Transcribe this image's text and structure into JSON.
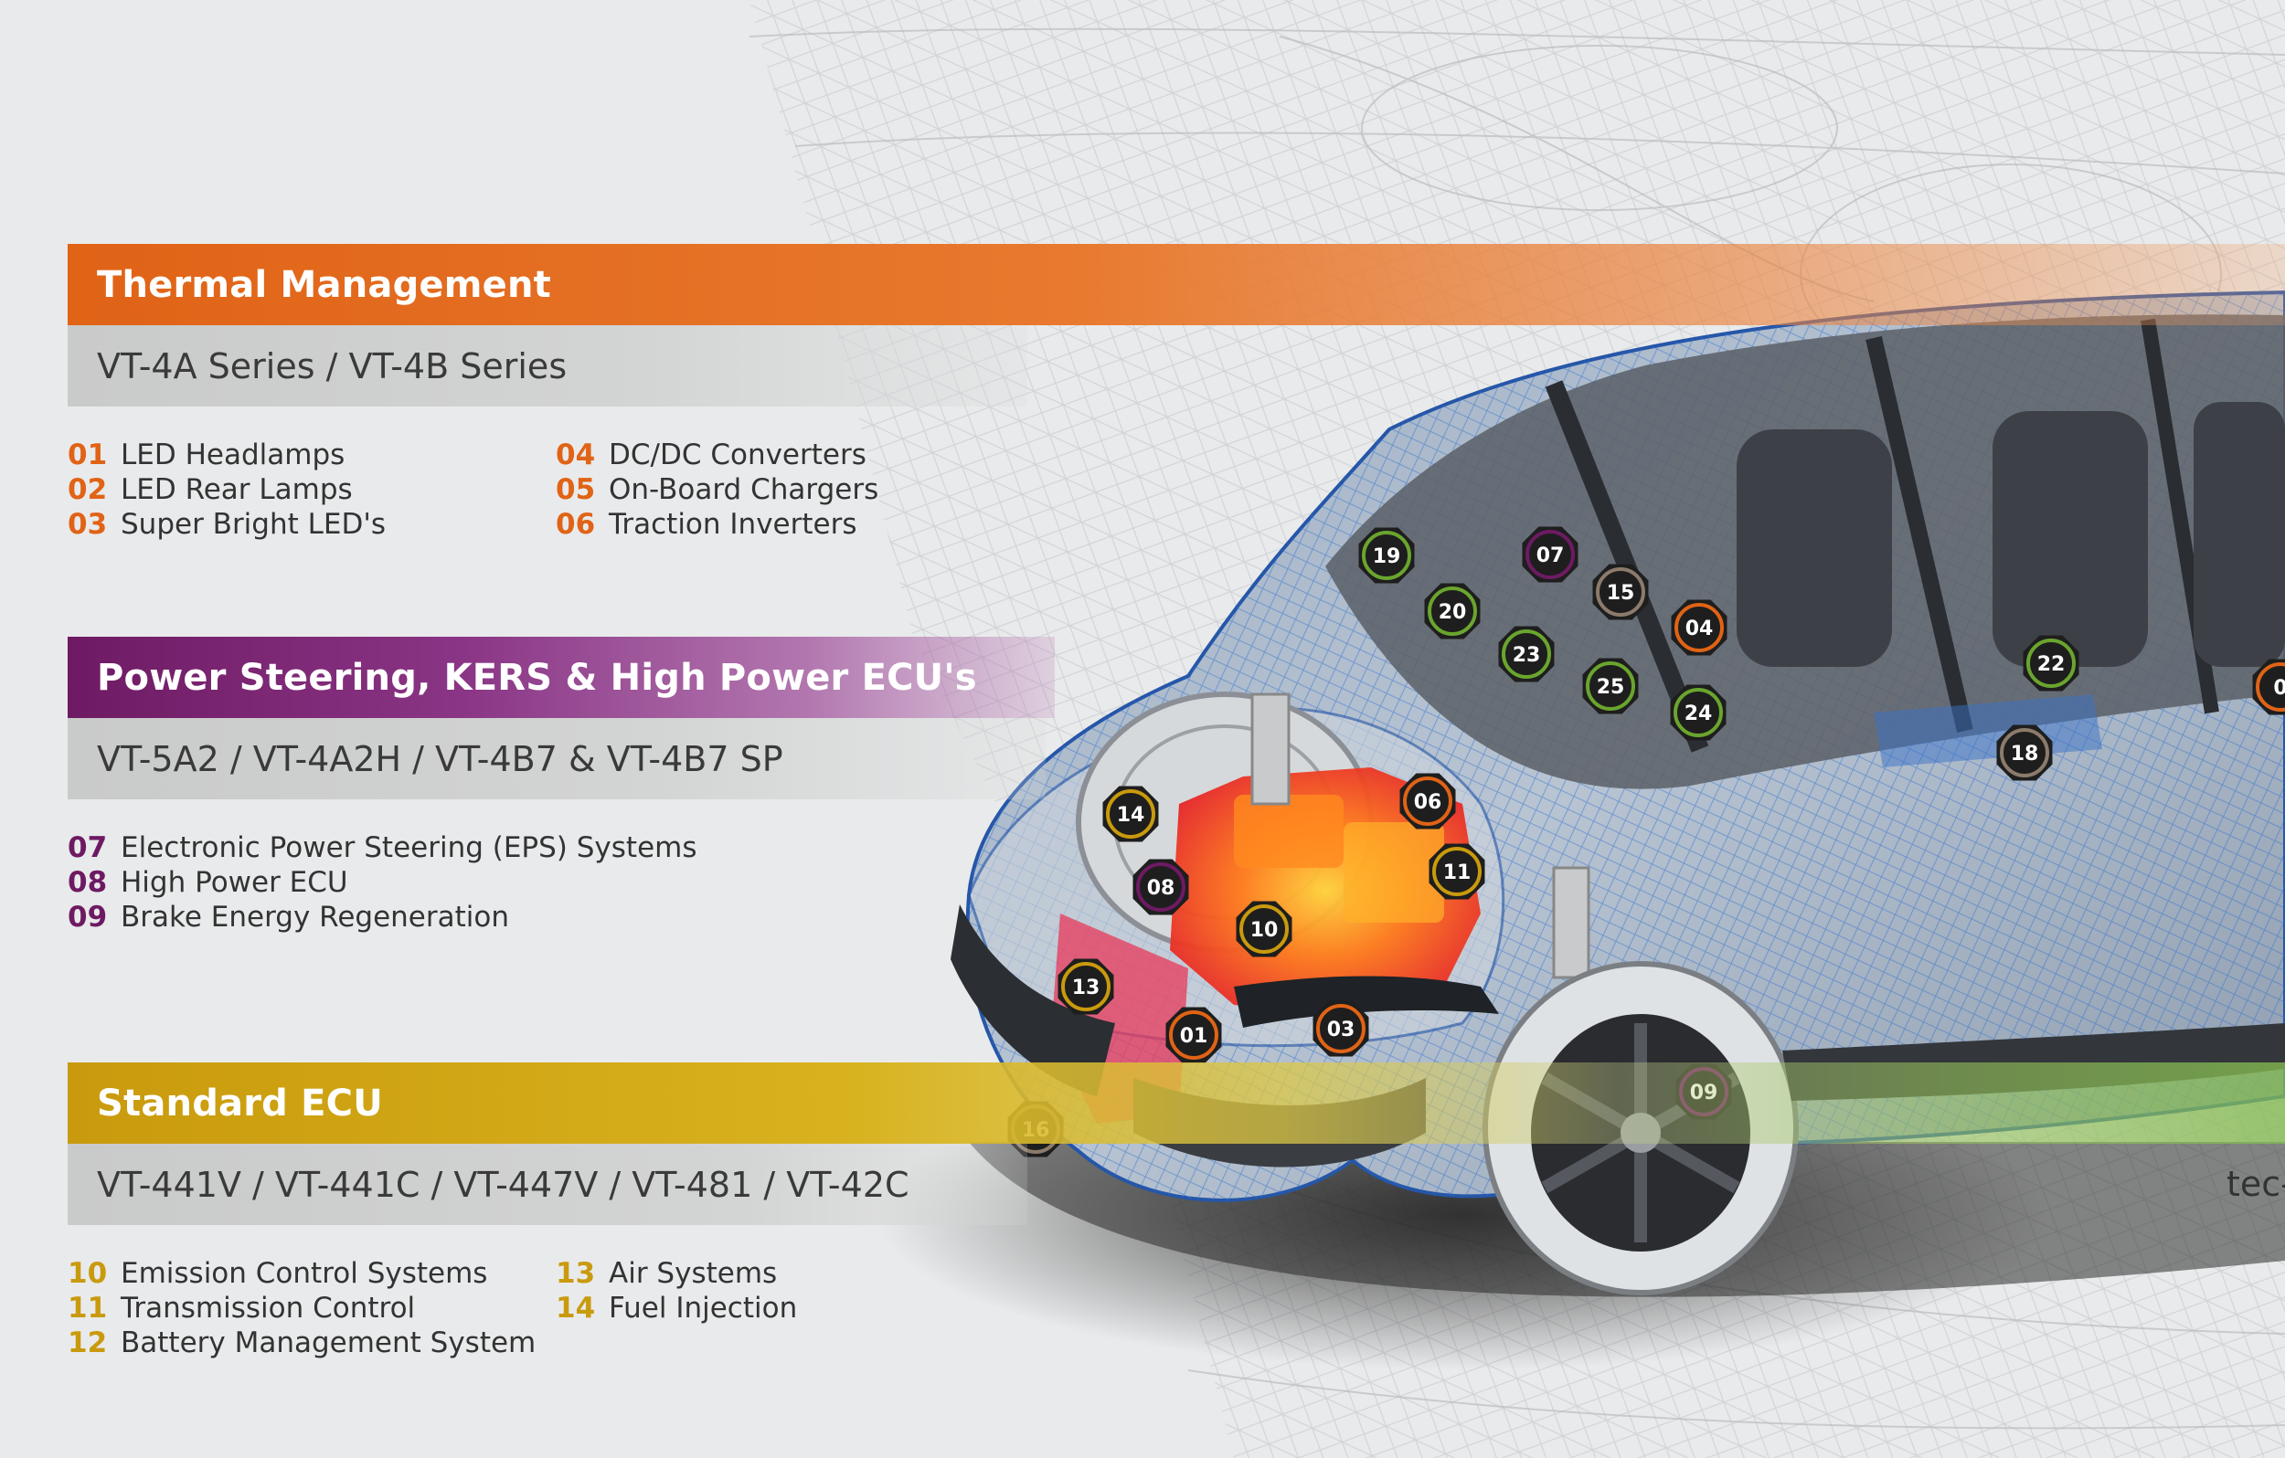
{
  "thermal": {
    "title": "Thermal Management",
    "series": "VT-4A Series / VT-4B Series",
    "col1": [
      {
        "num": "01",
        "label": "LED Headlamps"
      },
      {
        "num": "02",
        "label": "LED Rear Lamps"
      },
      {
        "num": "03",
        "label": "Super Bright LED's"
      }
    ],
    "col2": [
      {
        "num": "04",
        "label": "DC/DC Converters"
      },
      {
        "num": "05",
        "label": "On-Board Chargers"
      },
      {
        "num": "06",
        "label": "Traction Inverters"
      }
    ]
  },
  "power": {
    "title": "Power Steering, KERS & High Power ECU's",
    "series": "VT-5A2 / VT-4A2H / VT-4B7 & VT-4B7 SP",
    "col1": [
      {
        "num": "07",
        "label": "Electronic Power Steering (EPS) Systems"
      },
      {
        "num": "08",
        "label": "High Power ECU"
      },
      {
        "num": "09",
        "label": "Brake Energy Regeneration"
      }
    ]
  },
  "standard": {
    "title": "Standard ECU",
    "series": "VT-441V / VT-441C / VT-447V / VT-481 / VT-42C",
    "col1": [
      {
        "num": "10",
        "label": "Emission Control Systems"
      },
      {
        "num": "11",
        "label": "Transmission Control"
      },
      {
        "num": "12",
        "label": "Battery Management System"
      }
    ],
    "col2": [
      {
        "num": "13",
        "label": "Air Systems"
      },
      {
        "num": "14",
        "label": "Fuel Injection"
      }
    ]
  },
  "footer_text": "tec-",
  "colors": {
    "orange": "#e06316",
    "purple": "#6e1a63",
    "gold": "#c99a0d",
    "green": "#6aa52e",
    "taupe": "#8c7b6b"
  },
  "markers": [
    {
      "num": "19",
      "color": "green"
    },
    {
      "num": "07",
      "color": "purple"
    },
    {
      "num": "20",
      "color": "green"
    },
    {
      "num": "15",
      "color": "taupe"
    },
    {
      "num": "04",
      "color": "orange"
    },
    {
      "num": "23",
      "color": "green"
    },
    {
      "num": "25",
      "color": "green"
    },
    {
      "num": "24",
      "color": "green"
    },
    {
      "num": "22",
      "color": "green"
    },
    {
      "num": "18",
      "color": "taupe"
    },
    {
      "num": "14",
      "color": "gold"
    },
    {
      "num": "06",
      "color": "orange"
    },
    {
      "num": "08",
      "color": "purple"
    },
    {
      "num": "11",
      "color": "gold"
    },
    {
      "num": "10",
      "color": "gold"
    },
    {
      "num": "13",
      "color": "gold"
    },
    {
      "num": "01",
      "color": "orange"
    },
    {
      "num": "03",
      "color": "orange"
    },
    {
      "num": "09",
      "color": "purple"
    },
    {
      "num": "16",
      "color": "taupe"
    },
    {
      "num": "0",
      "color": "orange"
    }
  ]
}
